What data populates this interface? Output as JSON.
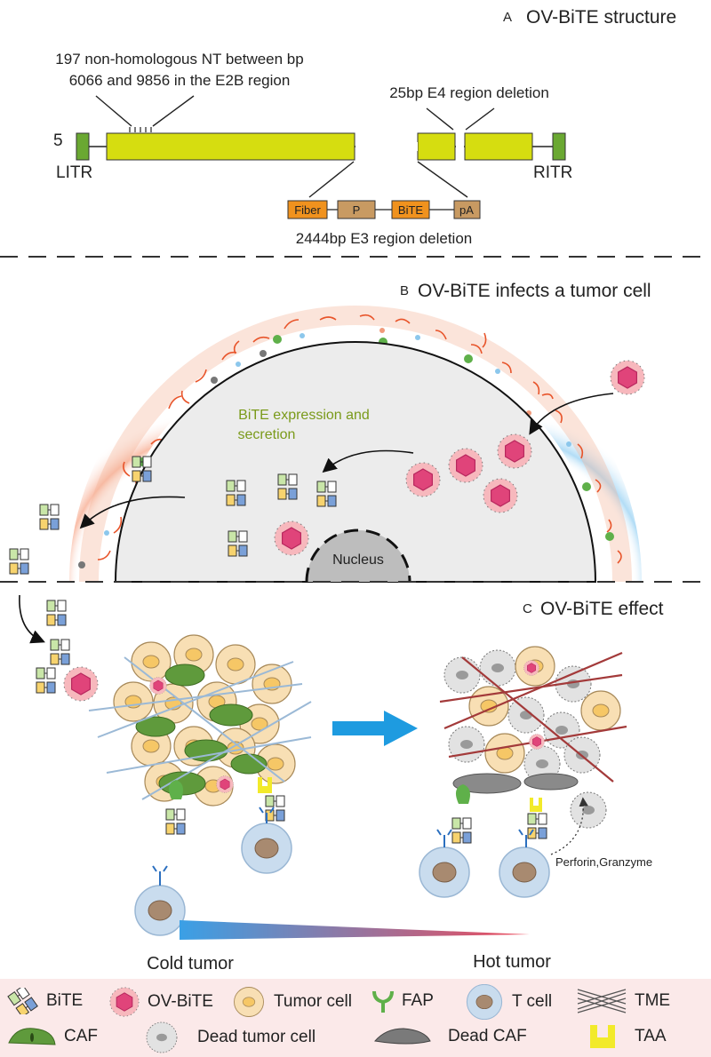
{
  "panel_a": {
    "letter": "A",
    "title": "OV-BiTE structure",
    "nt_note_line1": "197 non-homologous NT between bp",
    "nt_note_line2": "6066 and 9856 in the E2B region",
    "e4_note": "25bp E4 region deletion",
    "five_prime": "5",
    "litr": "LITR",
    "ritr": "RITR",
    "cassette": [
      "Fiber",
      "P",
      "BiTE",
      "pA"
    ],
    "e3_note": "2444bp E3 region deletion"
  },
  "panel_b": {
    "letter": "B",
    "title": "OV-BiTE infects a tumor cell",
    "expression_line1": "BiTE expression and",
    "expression_line2": "secretion",
    "nucleus": "Nucleus"
  },
  "panel_c": {
    "letter": "C",
    "title": "OV-BiTE effect",
    "perforin": "Perforin,Granzyme",
    "cold": "Cold tumor",
    "hot": "Hot tumor"
  },
  "legend": {
    "bite": "BiTE",
    "ovbite": "OV-BiTE",
    "tumor_cell": "Tumor cell",
    "fap": "FAP",
    "tcell": "T cell",
    "tme": "TME",
    "caf": "CAF",
    "dead_tumor": "Dead tumor cell",
    "dead_caf": "Dead CAF",
    "taa": "TAA"
  },
  "colors": {
    "genome_bar": "#d6dd10",
    "itr": "#6aa832",
    "fiber": "#f0921e",
    "cassette": "#c89a62",
    "virus_capsid": "#e0447a",
    "virus_halo": "#f7b8bd",
    "tumor_cell": "#f8dfb4",
    "caf": "#5f9a3c",
    "tcell": "#c9dcee",
    "gradient_cold": "#3aa0e6",
    "gradient_hot": "#ef4a5a",
    "arrow_blue": "#1e9be0",
    "legend_bg": "#fbe9e9"
  }
}
